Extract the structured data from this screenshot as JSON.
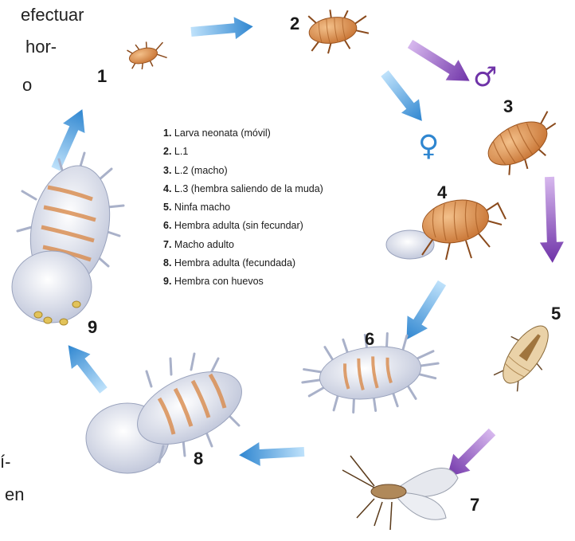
{
  "page_text": {
    "right_top_1": "efectuar",
    "right_top_2": "hor-",
    "right_top_3": "o",
    "left_bottom_1": "í-",
    "left_bottom_2": "en"
  },
  "stages": [
    {
      "num": "1",
      "label": "Larva neonata (móvil)"
    },
    {
      "num": "2",
      "label": "L.1"
    },
    {
      "num": "3",
      "label": "L.2 (macho)"
    },
    {
      "num": "4",
      "label": "L.3 (hembra saliendo de la muda)"
    },
    {
      "num": "5",
      "label": "Ninfa macho"
    },
    {
      "num": "6",
      "label": "Hembra adulta (sin fecundar)"
    },
    {
      "num": "7",
      "label": "Macho adulto"
    },
    {
      "num": "8",
      "label": "Hembra adulta (fecundada)"
    },
    {
      "num": "9",
      "label": "Hembra con huevos"
    }
  ],
  "symbols": {
    "male": "♂",
    "female": "♀"
  },
  "colors": {
    "blue_arrow": "#3a8fd6",
    "purple_arrow": "#7a3fb0",
    "insect_orange": "#d98a4b",
    "wax_white": "#dfe3ef"
  }
}
